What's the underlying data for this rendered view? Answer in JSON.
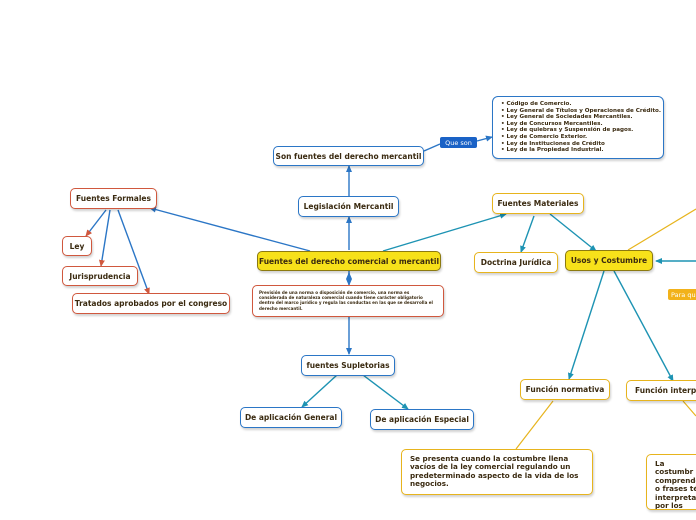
{
  "colors": {
    "blue": "#2b76c6",
    "red": "#d0583e",
    "yellow": "#e7b41d",
    "center_fill": "#f7e11a",
    "teal": "#1d93b3",
    "label_blue": "#1a62c6",
    "label_orange": "#f2b21a"
  },
  "nodes": {
    "center": "Fuentes del derecho comercial o mercantil",
    "son_fuentes": "Son fuentes del derecho mercantil",
    "legislacion": "Legislación Mercantil",
    "formales": "Fuentes Formales",
    "ley": "Ley",
    "jurisprudencia": "Jurisprudencia",
    "tratados": "Tratados aprobados por el congreso",
    "materiales": "Fuentes Materiales",
    "doctrina": "Doctrina Jurídica",
    "usos": "Usos y Costumbre",
    "supletorias": "fuentes Supletorias",
    "aplicacion_general": "De aplicación General",
    "aplicacion_especial": "De aplicación Especial",
    "funcion_normativa": "Función normativa",
    "funcion_interpretativa": "Función interpre"
  },
  "labels": {
    "que_son": "Que son",
    "para_que": "Para qu"
  },
  "leyes": [
    "• Código de Comercio.",
    "• Ley General de Títulos y Operaciones de Crédito.",
    "• Ley General de Sociedades Mercantiles.",
    "• Ley de Concursos Mercantiles.",
    "• Ley de quiebras y Suspensión de pagos.",
    "• Ley de Comercio Exterior.",
    "• Ley de Instituciones de Crédito",
    "• Ley de la Propiedad Industrial."
  ],
  "definicion": "Previsión de una norma o disposición de comercio, una norma es considerada de naturaleza comercial cuando tiene carácter obligatorio dentro del marco jurídico y regula las conductas en las que se desarrolla el derecho mercantil.",
  "normativa_texto": "Se presenta cuando la costumbre llena vacíos de la ley comercial regulando un predeterminado aspecto de la vida de los negocios.",
  "interpretativa_texto": "La costumbr comprende o frases té interpretan por los con"
}
